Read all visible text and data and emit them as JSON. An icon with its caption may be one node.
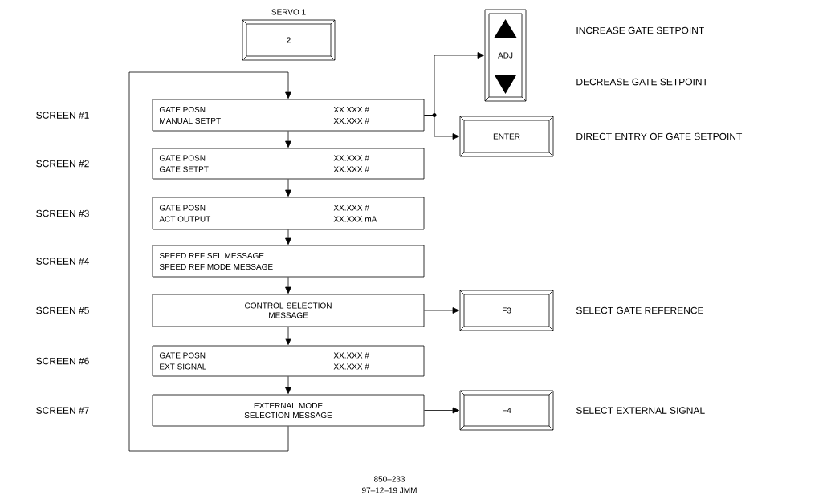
{
  "diagram": {
    "nodes": [
      {
        "text": [
          "SERVO 1",
          "2"
        ]
      },
      {
        "text": [
          "GATE POSN",
          "XX.XXX #",
          "MANUAL SETPT",
          "XX.XXX #"
        ]
      },
      {
        "text": [
          "GATE POSN",
          "XX.XXX #",
          "GATE SETPT",
          "XX.XXX #"
        ]
      },
      {
        "text": [
          "GATE POSN",
          "XX.XXX #",
          "ACT OUTPUT",
          "XX.XXX mA"
        ]
      },
      {
        "text": [
          "SPEED REF SEL MESSAGE",
          "SPEED REF MODE MESSAGE"
        ]
      },
      {
        "text": [
          "CONTROL SELECTION MESSAGE"
        ]
      },
      {
        "text": [
          "GATE POSN",
          "XX.XXX #",
          "EXT SIGNAL",
          "XX.XXX #"
        ]
      },
      {
        "text": [
          "EXTERNAL MODE SELECTION MESSAGE"
        ]
      },
      {
        "text": [
          "ADJ"
        ]
      },
      {
        "text": [
          "ENTER"
        ],
        "beside": [
          "DIRECT ENTRY OF GATE SETPOINT"
        ]
      },
      {
        "text": [
          "F3"
        ],
        "beside": [
          "SELECT GATE REFERENCE"
        ]
      },
      {
        "text": [
          "F4"
        ],
        "beside": [
          "SELECT EXTERNAL SIGNAL"
        ]
      }
    ],
    "edges": [
      {
        "from": 1,
        "to": 2,
        "arrow": "to"
      },
      {
        "from": 2,
        "to": 3,
        "arrow": "to"
      },
      {
        "from": 3,
        "to": 4,
        "arrow": "to"
      },
      {
        "from": 4,
        "to": 5,
        "arrow": "to"
      },
      {
        "from": 5,
        "to": 6,
        "arrow": "to"
      },
      {
        "from": 6,
        "to": 7,
        "arrow": "to"
      },
      {
        "from": 7,
        "to": 1,
        "arrow": "to"
      },
      {
        "from": 1,
        "to": 8,
        "arrow": "to"
      },
      {
        "from": 1,
        "to": 9,
        "arrow": "to"
      },
      {
        "from": 5,
        "to": 10,
        "arrow": "to"
      },
      {
        "from": 7,
        "to": 11,
        "arrow": "to"
      }
    ],
    "labels": [
      "INCREASE GATE SETPOINT",
      "DECREASE GATE SETPOINT",
      "SCREEN #1",
      "SCREEN #2",
      "SCREEN #3",
      "SCREEN #4",
      "SCREEN #5",
      "SCREEN #6",
      "SCREEN #7",
      "850–233",
      "97–12–19 JMM"
    ]
  }
}
